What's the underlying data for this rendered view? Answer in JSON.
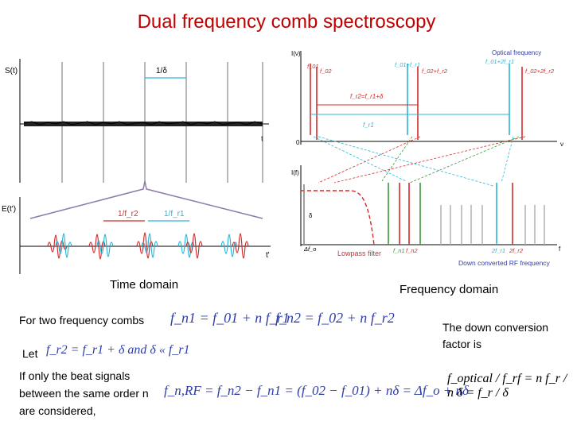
{
  "title": "Dual frequency comb spectroscopy",
  "captions": {
    "time_domain": "Time domain",
    "frequency_domain": "Frequency domain"
  },
  "left_figure": {
    "top_ylabel": "S(t)",
    "top_xlabel": "t",
    "top_period": "1/δ",
    "bottom_ylabel": "E(t')",
    "bottom_xlabel": "t'",
    "period_1": "1/f_r2",
    "period_2": "1/f_r1"
  },
  "right_figure": {
    "top_ylabel": "I(ν)",
    "top_xlabel": "ν",
    "top_origin": "0",
    "optical_frequency": "Optical frequency",
    "labels_top": [
      "f_01",
      "f_02",
      "f_01+f_r1",
      "f_02+f_r2",
      "f_01+2f_r1",
      "f_02+2f_r2"
    ],
    "fr2_label": "f_r2=f_r1+δ",
    "fr1_label": "f_r1",
    "bottom_ylabel": "I(f)",
    "bottom_xlabel": "f",
    "delta_label": "δ",
    "lowpass_filter": "Lowpass filter",
    "bottom_labels": [
      "Δf_o",
      "f_n1",
      "f_n2",
      "2f_r1",
      "2f_r2"
    ],
    "down_converted": "Down converted RF frequency",
    "colors": {
      "comb1": "#29b6d8",
      "comb2": "#d62b2b",
      "beat": "#3a9a3a",
      "text": "#2f3ea8"
    }
  },
  "text": {
    "two_combs_prefix": "For two frequency combs",
    "eq_fn1": "f_n1 = f_01 + n f_r1",
    "eq_fn2": "f_n2 = f_02 + n f_r2",
    "let": "Let",
    "let_eq": "f_r2 = f_r1 + δ and δ « f_r1",
    "beat_line1": "If only the beat signals",
    "beat_line2": "between the same order n",
    "beat_line3": "are considered,",
    "eq_rf": "f_n,RF = f_n2 − f_n1 = (f_02 − f_01) + nδ = Δf_o + nδ",
    "down_conversion_line1": "The down conversion",
    "down_conversion_line2": "factor is",
    "ratio_eq": "f_optical / f_rf = n f_r / n δ = f_r / δ"
  }
}
